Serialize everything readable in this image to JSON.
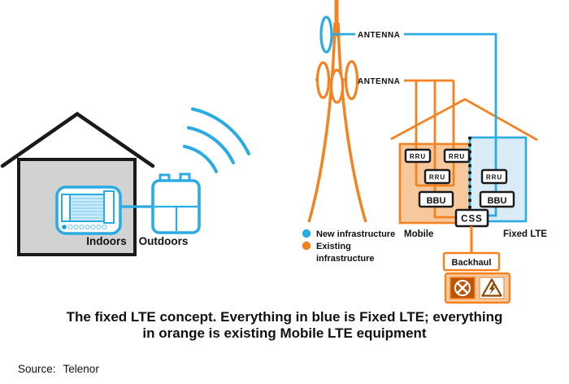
{
  "colors": {
    "blue": "#2aabe4",
    "orange": "#f58220",
    "light_orange": "#f6c89b",
    "light_blue": "#d9ebf5",
    "house_gray": "#d2d2d2",
    "dark_orange": "#bf5408"
  },
  "house": {
    "indoors": "Indoors",
    "outdoors": "Outdoors"
  },
  "tower": {
    "antenna_top": "ANTENNA",
    "antenna_mid": "ANTENNA"
  },
  "station": {
    "mobile": "Mobile",
    "fixed_lte": "Fixed LTE",
    "rru": "RRU",
    "bbu": "BBU",
    "css": "CSS",
    "backhaul": "Backhaul"
  },
  "legend": {
    "new_label": "New infrastructure",
    "existing_line1": "Existing",
    "existing_line2": "infrastructure"
  },
  "caption": {
    "line1": "The fixed LTE concept. Everything in blue is Fixed LTE; everything",
    "line2": "in orange is existing Mobile LTE equipment"
  },
  "source": {
    "label": "Source:",
    "value": "Telenor"
  }
}
